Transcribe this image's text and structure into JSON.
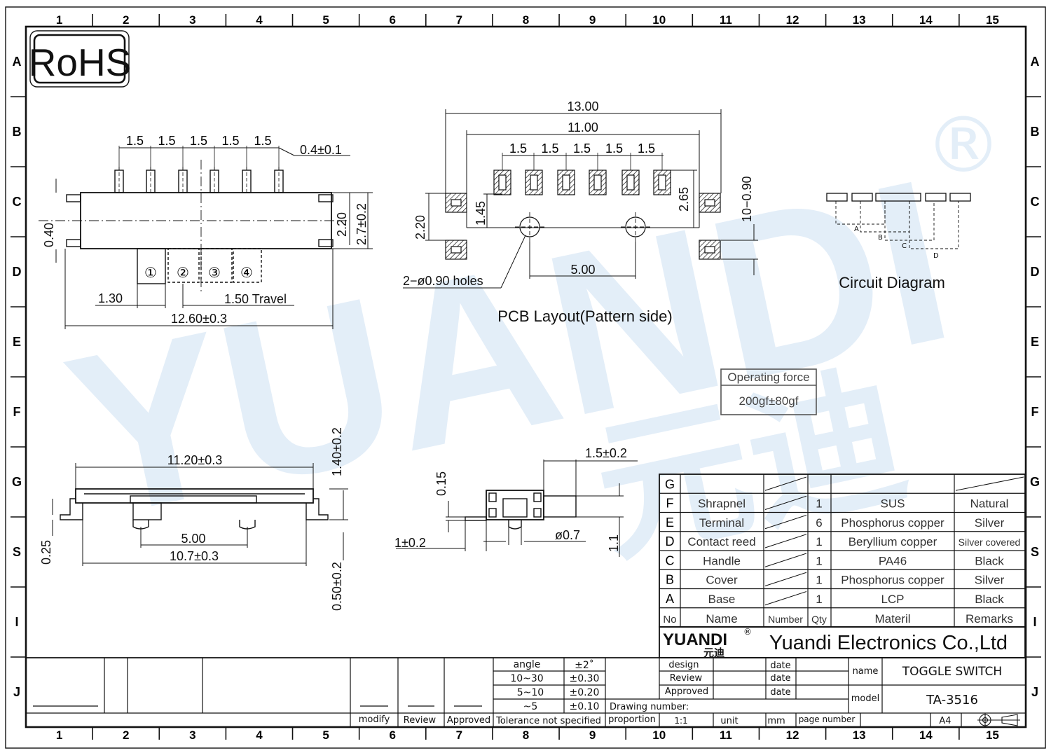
{
  "grid": {
    "cols": [
      "1",
      "2",
      "3",
      "4",
      "5",
      "6",
      "7",
      "8",
      "9",
      "10",
      "11",
      "12",
      "13",
      "14",
      "15"
    ],
    "rows": [
      "A",
      "B",
      "C",
      "D",
      "E",
      "F",
      "G",
      "S",
      "I",
      "J"
    ]
  },
  "rohs": "RoHS",
  "watermark": {
    "text": "YUANDI",
    "cn": "元迪",
    "reg": "®"
  },
  "top_view": {
    "pitches": [
      "1.5",
      "1.5",
      "1.5",
      "1.5",
      "1.5"
    ],
    "pin_width": "0.4±0.1",
    "height_left": "0.40",
    "h1": "2.20",
    "h2": "2.7±0.2",
    "pos_labels": [
      "①",
      "②",
      "③",
      "④"
    ],
    "offset": "1.30",
    "travel": "1.50  Travel",
    "length": "12.60±0.3"
  },
  "pcb": {
    "w_outer": "13.00",
    "w_inner": "11.00",
    "pitches": [
      "1.5",
      "1.5",
      "1.5",
      "1.5",
      "1.5"
    ],
    "h_left1": "2.20",
    "h_left2": "1.45",
    "h_right": "2.65",
    "h_far": "10−0.90",
    "hole_label": "2−ø0.90  holes",
    "hole_span": "5.00",
    "title": "PCB  Layout(Pattern  side)"
  },
  "circuit": {
    "letters": [
      "A",
      "B",
      "C",
      "D"
    ],
    "title": "Circuit  Diagram"
  },
  "force": {
    "label": "Operating force",
    "value": "200gf±80gf"
  },
  "side_view": {
    "top_len": "11.20±0.3",
    "h1": "1.40±0.2",
    "t": "0.25",
    "peg_span": "5.00",
    "bottom_len": "10.7±0.3",
    "h2": "0.50±0.2"
  },
  "end_view": {
    "w": "1.5±0.2",
    "t": "0.15",
    "leg": "1±0.2",
    "dia": "ø0.7",
    "h": "1.1"
  },
  "bom": {
    "headers": [
      "No",
      "Name",
      "Number",
      "Qty",
      "Materil",
      "Remarks"
    ],
    "rows": [
      {
        "no": "G",
        "name": "",
        "qty": "",
        "mat": "",
        "rem": ""
      },
      {
        "no": "F",
        "name": "Shrapnel",
        "qty": "1",
        "mat": "SUS",
        "rem": "Natural"
      },
      {
        "no": "E",
        "name": "Terminal",
        "qty": "6",
        "mat": "Phosphorus copper",
        "rem": "Silver"
      },
      {
        "no": "D",
        "name": "Contact reed",
        "qty": "1",
        "mat": "Beryllium copper",
        "rem": "Silver covered"
      },
      {
        "no": "C",
        "name": "Handle",
        "qty": "1",
        "mat": "PA46",
        "rem": "Black"
      },
      {
        "no": "B",
        "name": "Cover",
        "qty": "1",
        "mat": "Phosphorus copper",
        "rem": "Silver"
      },
      {
        "no": "A",
        "name": "Base",
        "qty": "1",
        "mat": "LCP",
        "rem": "Black"
      }
    ]
  },
  "company": {
    "logo_en": "YUANDI",
    "logo_cn": "元迪",
    "reg": "®",
    "name": "Yuandi Electronics Co.,Ltd"
  },
  "title_block": {
    "angle": "angle",
    "angle_tol": "±2˚",
    "r1": "10~30",
    "r1_tol": "±0.30",
    "r2": "5~10",
    "r2_tol": "±0.20",
    "r3": "~5",
    "r3_tol": "±0.10",
    "tol_note": "Tolerance not specified",
    "modify": "modify",
    "review": "Review",
    "approved": "Approved",
    "design": "design",
    "review2": "Review",
    "approved2": "Approved",
    "date": "date",
    "drawing_number": "Drawing number:",
    "proportion": "proportion",
    "scale": "1:1",
    "unit": "unit",
    "mm": "mm",
    "page_number": "page number",
    "sheet": "A4",
    "name_label": "name",
    "name_val": "TOGGLE SWITCH",
    "model_label": "model",
    "model_val": "TA-3516"
  }
}
